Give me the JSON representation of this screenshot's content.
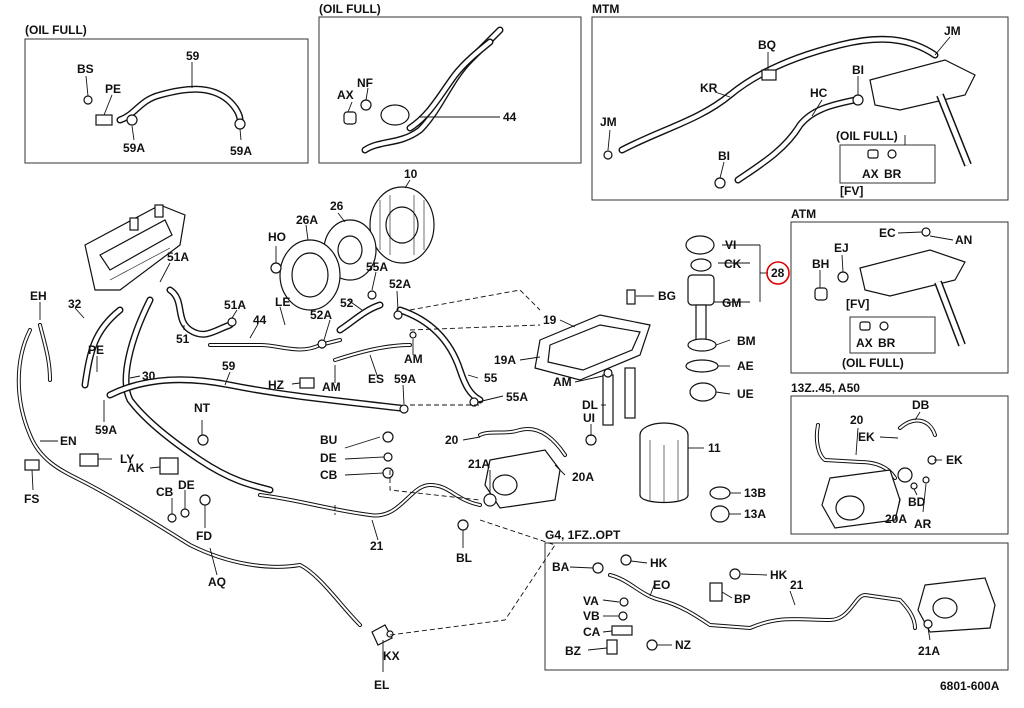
{
  "insets": {
    "oil_full_1": {
      "title": "(OIL FULL)"
    },
    "oil_full_2": {
      "title": "(OIL FULL)"
    },
    "mtm": {
      "title": "MTM",
      "sub_label": "(OIL FULL)",
      "fv_label": "[FV]"
    },
    "atm": {
      "title": "ATM",
      "sub_label": "(OIL FULL)",
      "fv_label": "[FV]"
    },
    "z13": {
      "title": "13Z..45, A50"
    },
    "g4": {
      "title": "G4, 1FZ..OPT"
    }
  },
  "labels": {
    "bs": "BS",
    "pe1": "PE",
    "n59a": "59",
    "n59a_1": "59A",
    "n59a_2": "59A",
    "ax1": "AX",
    "nf": "NF",
    "n44a": "44",
    "bq": "BQ",
    "jm1": "JM",
    "jm2": "JM",
    "kr": "KR",
    "hc": "HC",
    "bi1": "BI",
    "bi2": "BI",
    "ax2": "AX",
    "br1": "BR",
    "n10": "10",
    "n26": "26",
    "n26a": "26A",
    "ho": "HO",
    "n55a_1": "55A",
    "n52a_1": "52A",
    "n52": "52",
    "n51a_1": "51A",
    "n51a_2": "51A",
    "n51": "51",
    "le": "LE",
    "n44b": "44",
    "n52a_2": "52A",
    "am1": "AM",
    "am2": "AM",
    "es": "ES",
    "n55": "55",
    "n59a_3": "59A",
    "n55a_2": "55A",
    "hz": "HZ",
    "n59": "59",
    "eh": "EH",
    "n32": "32",
    "pe2": "PE",
    "n30": "30",
    "n59a_4": "59A",
    "nt": "NT",
    "en": "EN",
    "ly": "LY",
    "ak": "AK",
    "fs": "FS",
    "cb1": "CB",
    "de1": "DE",
    "fd": "FD",
    "aq": "AQ",
    "bu": "BU",
    "de2": "DE",
    "cb2": "CB",
    "n21a_1": "21A",
    "n20": "20",
    "n20a_1": "20A",
    "n21": "21",
    "bl": "BL",
    "kx": "KX",
    "el": "EL",
    "bg": "BG",
    "n19": "19",
    "n19a": "19A",
    "am3": "AM",
    "dl": "DL",
    "ui": "UI",
    "n11": "11",
    "n13b": "13B",
    "n13a": "13A",
    "vi": "VI",
    "ck": "CK",
    "n28": "28",
    "gm": "GM",
    "bm": "BM",
    "ae": "AE",
    "ue": "UE",
    "ec": "EC",
    "an": "AN",
    "ej": "EJ",
    "bh": "BH",
    "ax3": "AX",
    "br2": "BR",
    "db": "DB",
    "n20b": "20",
    "ek1": "EK",
    "ek2": "EK",
    "bd": "BD",
    "n20a_2": "20A",
    "ar": "AR",
    "ba": "BA",
    "hk1": "HK",
    "hk2": "HK",
    "eo": "EO",
    "n21b": "21",
    "va": "VA",
    "vb": "VB",
    "bp": "BP",
    "ca": "CA",
    "bz": "BZ",
    "nz": "NZ",
    "n21a_2": "21A"
  },
  "figure_code": "6801-600A",
  "colors": {
    "line": "#111111",
    "highlight": "#dd0000"
  }
}
